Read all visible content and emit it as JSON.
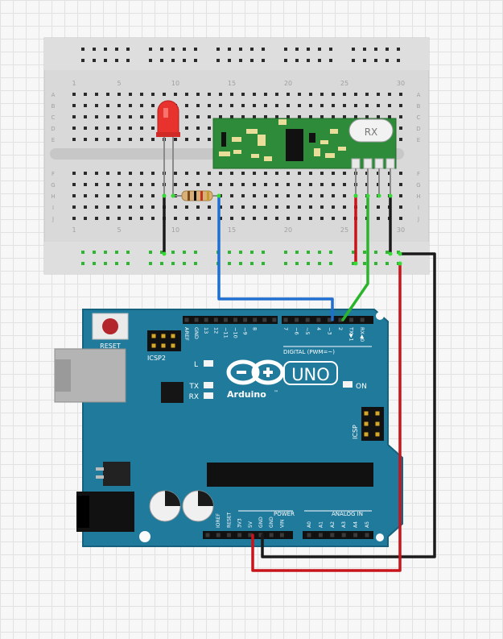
{
  "breadboard": {
    "row_letters": [
      "A",
      "B",
      "C",
      "D",
      "E",
      "F",
      "G",
      "H",
      "I",
      "J"
    ],
    "column_numbers": [
      "1",
      "5",
      "10",
      "15",
      "20",
      "25",
      "30"
    ]
  },
  "rf_module": {
    "label": "RX"
  },
  "arduino": {
    "reset_label": "RESET",
    "icsp2_label": "ICSP2",
    "icsp_label": "ICSP",
    "logo_text": "Arduino",
    "trademark": "™",
    "model": "UNO",
    "on_label": "ON",
    "led_l_label": "L",
    "tx_label": "TX",
    "rx_label": "RX",
    "digital_header_label": "DIGITAL (PWM=~)",
    "digital_pins": [
      "AREF",
      "GND",
      "13",
      "12",
      "~11",
      "~10",
      "~9",
      "8",
      "7",
      "~6",
      "~5",
      "4",
      "~3",
      "2",
      "TX▶1",
      "RX◀0"
    ],
    "power_header_label": "POWER",
    "analog_header_label": "ANALOG IN",
    "power_pins": [
      "IOREF",
      "RESET",
      "3V3",
      "5V",
      "GND",
      "GND",
      "VIN"
    ],
    "analog_pins": [
      "A0",
      "A1",
      "A2",
      "A3",
      "A4",
      "A5"
    ]
  },
  "colors": {
    "board": "#1f7a9c",
    "breadboard": "#d8d8d8",
    "wire_red": "#c8141b",
    "wire_black": "#1a1a1a",
    "wire_green": "#2bb52b",
    "wire_blue": "#1e6fd1",
    "led": "#e8322e",
    "rf_pcb": "#2e8b3a"
  }
}
